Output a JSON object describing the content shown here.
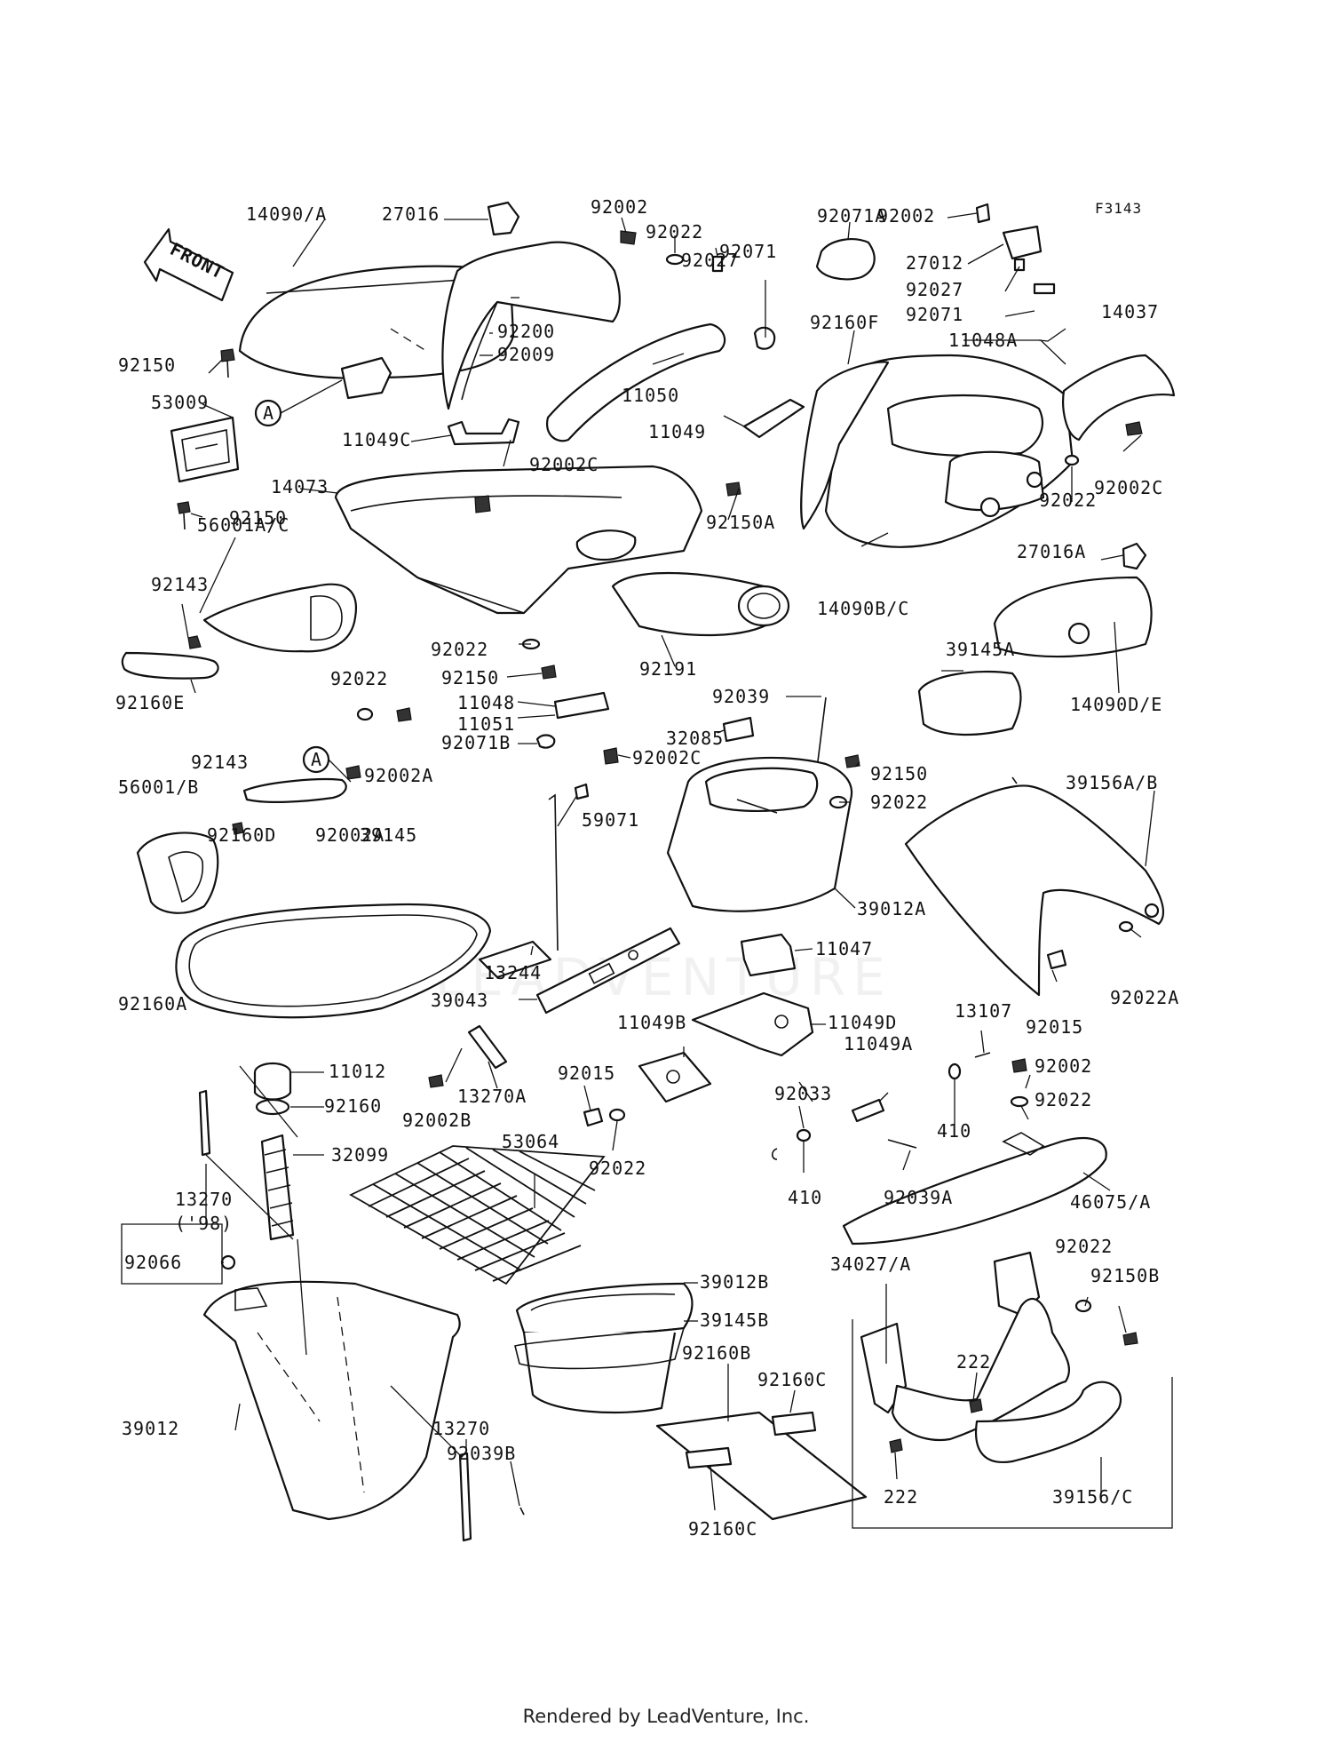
{
  "diagram_code": "F3143",
  "front_label": "FRONT",
  "callout_marker": "A",
  "labels": [
    "14090/A",
    "27016",
    "92002",
    "92022",
    "92027",
    "92071A",
    "92002",
    "F3143",
    "92071",
    "27012",
    "92027",
    "92071",
    "14037",
    "92160F",
    "11048A",
    "92200",
    "92009",
    "11050",
    "11049",
    "92150",
    "53009",
    "11049C",
    "92002C",
    "92002C",
    "14073",
    "92150",
    "92150A",
    "92022",
    "56001A/C",
    "92143",
    "27016A",
    "14090B/C",
    "92022",
    "92191",
    "39145A",
    "14090D/E",
    "92150",
    "92160E",
    "92022",
    "11048",
    "11051",
    "92039",
    "32085",
    "92071B",
    "92002C",
    "92002A",
    "92143",
    "92150",
    "39156A/B",
    "56001/B",
    "92002A",
    "92022",
    "92160D",
    "39145",
    "59071",
    "39012A",
    "11047",
    "13244",
    "92015",
    "92022A",
    "92160A",
    "39043",
    "11049B",
    "11049D",
    "13107",
    "11012",
    "92015",
    "11049A",
    "92002",
    "13270A",
    "92160",
    "92002B",
    "92033",
    "92022",
    "53064",
    "32099",
    "410",
    "92022",
    "410",
    "92039A",
    "46075/A",
    "13270",
    "('98)",
    "92066",
    "34027/A",
    "92022",
    "39012B",
    "92150B",
    "39145B",
    "222",
    "92160B",
    "92160C",
    "39012",
    "13270",
    "92039B",
    "222",
    "92160C",
    "39156/C"
  ],
  "footer_text": "Rendered by LeadVenture, Inc.",
  "watermark_text": "LEADVENTURE"
}
